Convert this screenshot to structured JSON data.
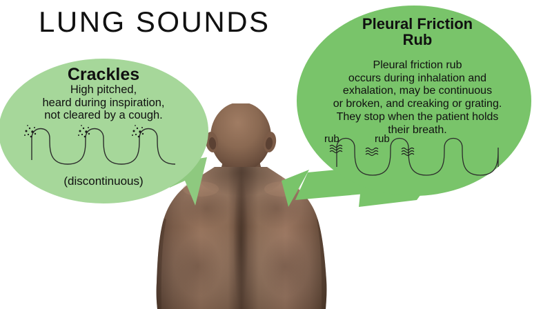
{
  "title": "LUNG SOUNDS",
  "theme": {
    "background": "#ffffff",
    "left_bubble_green": "#a6d79a",
    "right_bubble_green": "#79c46a",
    "text_color": "#101010",
    "wave_stroke": "#2b2b2b"
  },
  "left_bubble": {
    "heading": "Crackles",
    "body_lines": [
      "High pitched,",
      "heard during inspiration,",
      "not cleared by a cough."
    ],
    "note": "(discontinuous)",
    "waveform": {
      "type": "sine",
      "cycles": 3,
      "marker_icon": "dot-cluster",
      "marker_count": 3,
      "marker_meaning": "crackle"
    }
  },
  "right_bubble": {
    "heading_lines": [
      "Pleural Friction",
      "Rub"
    ],
    "body_lines": [
      "Pleural friction rub",
      "occurs during inhalation and",
      "exhalation, may be continuous",
      "or broken, and creaking or grating.",
      "They stop when the patient holds",
      "their breath."
    ],
    "wave_labels": [
      "rub",
      "rub"
    ],
    "waveform": {
      "type": "sine",
      "cycles": 4,
      "marker_icon": "squiggle-mark",
      "marker_count": 3,
      "marker_meaning": "friction rub"
    }
  },
  "figure": {
    "subject": "patient-back-view",
    "description": "bare upper back of a person, viewed from behind"
  },
  "arrows": [
    {
      "name": "crackles-arrow",
      "from": "left_bubble",
      "to": "upper-back-left"
    },
    {
      "name": "pleural-rub-arrow",
      "from": "right_bubble",
      "to": "upper-back-right"
    }
  ]
}
